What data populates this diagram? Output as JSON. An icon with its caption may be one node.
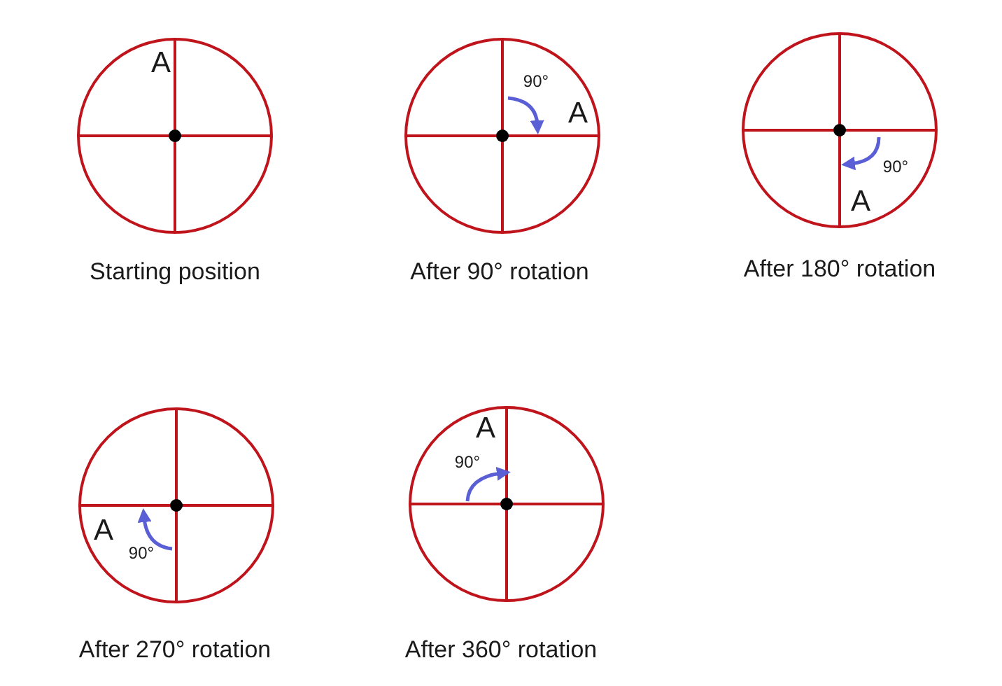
{
  "diagram": {
    "nodes": [
      {
        "text": [
          "A"
        ],
        "beside": [
          "Starting position"
        ]
      },
      {
        "text": [
          "90°",
          "A"
        ],
        "beside": [
          "After 90° rotation"
        ]
      },
      {
        "text": [
          "90°",
          "A"
        ],
        "beside": [
          "After 180° rotation"
        ]
      },
      {
        "text": [
          "A",
          "90°"
        ],
        "beside": [
          "After 270° rotation"
        ]
      },
      {
        "text": [
          "A",
          "90°"
        ],
        "beside": [
          "After 360° rotation"
        ]
      }
    ]
  }
}
